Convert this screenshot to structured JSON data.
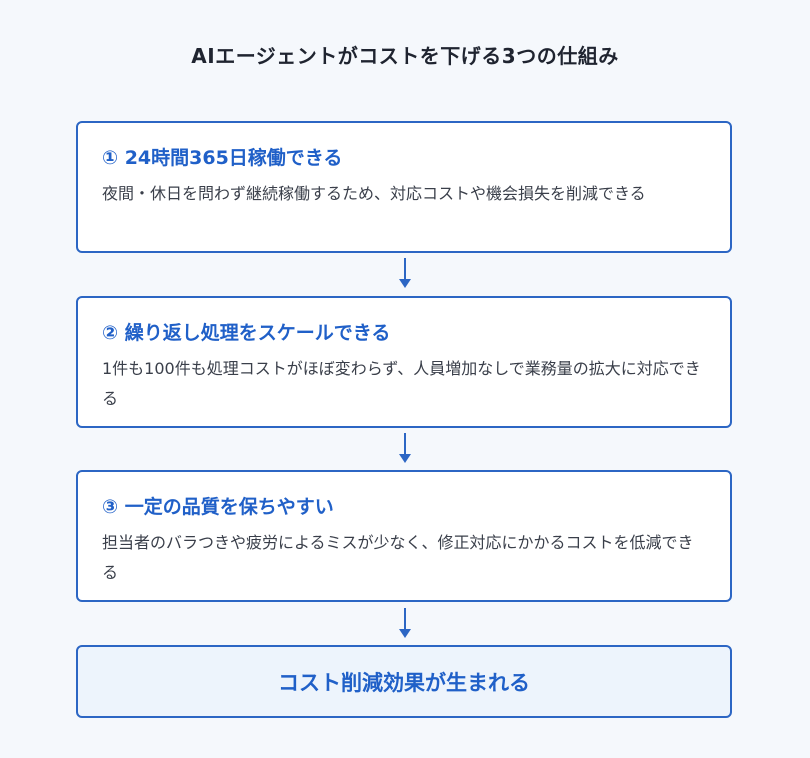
{
  "title": "AIエージェントがコストを下げる3つの仕組み",
  "colors": {
    "accent": "#2c66c4",
    "heading": "#2060c8",
    "background": "#f5f8fc",
    "result_fill": "#edf4fc"
  },
  "steps": [
    {
      "heading": "① 24時間365日稼働できる",
      "description": "夜間・休日を問わず継続稼働するため、対応コストや機会損失を削減できる"
    },
    {
      "heading": "② 繰り返し処理をスケールできる",
      "description": "1件も100件も処理コストがほぼ変わらず、人員増加なしで業務量の拡大に対応できる"
    },
    {
      "heading": "③ 一定の品質を保ちやすい",
      "description": "担当者のバラつきや疲労によるミスが少なく、修正対応にかかるコストを低減できる"
    }
  ],
  "result": {
    "label": "コスト削減効果が生まれる"
  },
  "icons": {
    "connector": "arrow-down-icon"
  }
}
